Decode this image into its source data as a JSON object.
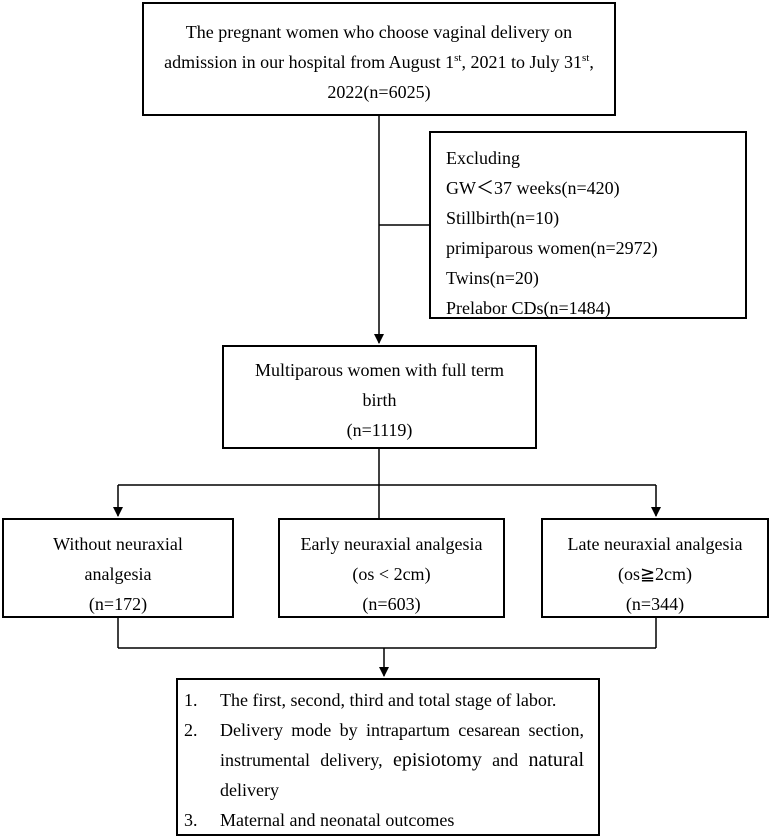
{
  "top_box": {
    "part1": "The pregnant women who choose vaginal delivery on admission in our hospital from August 1",
    "sup1": "st",
    "part2": ", 2021 to July 31",
    "sup2": "st",
    "part3": ", 2022(n=6025)"
  },
  "exclusion_box": {
    "title": "Excluding",
    "items": [
      "GW＜37 weeks(n=420)",
      "Stillbirth(n=10)",
      "primiparous women(n=2972)",
      "Twins(n=20)",
      "Prelabor CDs(n=1484)"
    ]
  },
  "multiparous_box": {
    "line1": "Multiparous women with full term",
    "line2": "birth",
    "line3": "(n=1119)"
  },
  "groups": [
    {
      "line1": "Without neuraxial",
      "line2": "analgesia",
      "line3": "(n=172)"
    },
    {
      "line1": "Early neuraxial analgesia",
      "line2": "(os < 2cm)",
      "line3": "(n=603)"
    },
    {
      "line1": "Late neuraxial analgesia",
      "line2": "(os≧2cm)",
      "line3": "(n=344)"
    }
  ],
  "outcomes_box": {
    "items": [
      {
        "num": "1.",
        "text": "The first, second, third and total stage of labor."
      },
      {
        "num": "2.",
        "text_a": "Delivery mode by intrapartum cesarean section, instrumental delivery, ",
        "text_b": "episiotomy",
        "text_c": " and ",
        "text_d": "natural",
        "text_e": " delivery"
      },
      {
        "num": "3.",
        "text": "Maternal and neonatal outcomes"
      }
    ]
  }
}
